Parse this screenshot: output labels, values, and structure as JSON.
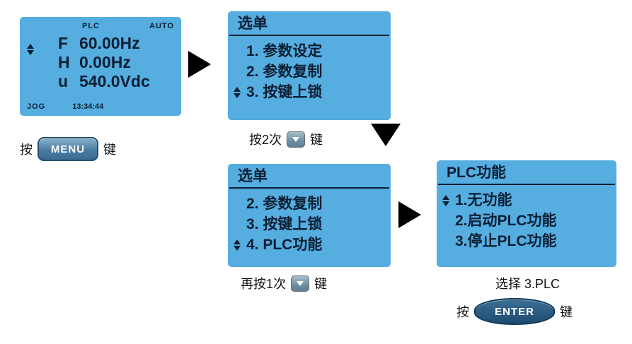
{
  "diagram": {
    "status_screen": {
      "plc": "PLC",
      "auto": "AUTO",
      "rows": [
        {
          "label": "F",
          "value": "60.00Hz"
        },
        {
          "label": "H",
          "value": "0.00Hz"
        },
        {
          "label": "u",
          "value": "540.0Vdc"
        }
      ],
      "jog": "JOG",
      "time": "13:34:44"
    },
    "menu_screen_1": {
      "title": "选单",
      "items": [
        "1. 参数设定",
        "2. 参数复制",
        "3. 按键上锁"
      ]
    },
    "menu_screen_2": {
      "title": "选单",
      "items": [
        "2. 参数复制",
        "3. 按键上锁",
        "4. PLC功能"
      ]
    },
    "plc_screen": {
      "title": "PLC功能",
      "items": [
        "1.无功能",
        "2.启动PLC功能",
        "3.停止PLC功能"
      ]
    },
    "captions": {
      "press": "按",
      "key": "键",
      "menu_key_label": "MENU",
      "press_twice": "按2次",
      "press_once_more": "再按1次",
      "select_plc": "选择 3.PLC",
      "enter_key_label": "ENTER"
    },
    "colors": {
      "lcd_background": "#55ADE0",
      "lcd_text": "#0C1F33",
      "menu_key": "#4A7CA2",
      "enter_key": "#1D4A70",
      "arrow": "#000000"
    }
  }
}
